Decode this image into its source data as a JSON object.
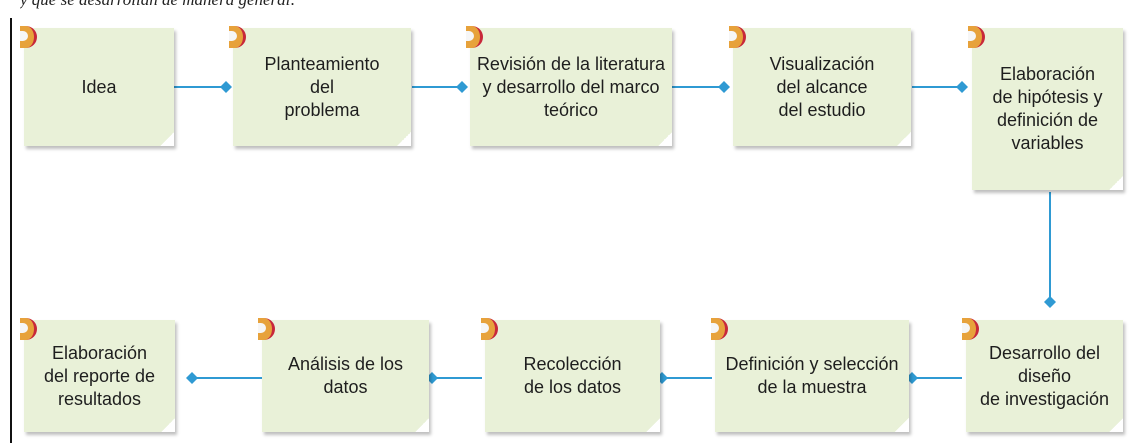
{
  "caption": "y que se desarrollan de manera general:",
  "colors": {
    "box_fill": "#e9f1d8",
    "arrow": "#2f9ad3",
    "tab_orange": "#e7a23b",
    "tab_red": "#c8283a"
  },
  "steps": [
    {
      "label": "Idea"
    },
    {
      "label": "Planteamiento\ndel\nproblema"
    },
    {
      "label": "Revisión de la literatura\ny desarrollo del marco\nteórico"
    },
    {
      "label": "Visualización\ndel alcance\ndel estudio"
    },
    {
      "label": "Elaboración\nde hipótesis y\ndefinición de\nvariables"
    },
    {
      "label": "Desarrollo del diseño\nde investigación"
    },
    {
      "label": "Definición y selección\nde la muestra"
    },
    {
      "label": "Recolección\nde los datos"
    },
    {
      "label": "Análisis de los\ndatos"
    },
    {
      "label": "Elaboración\ndel reporte de\nresultados"
    }
  ]
}
